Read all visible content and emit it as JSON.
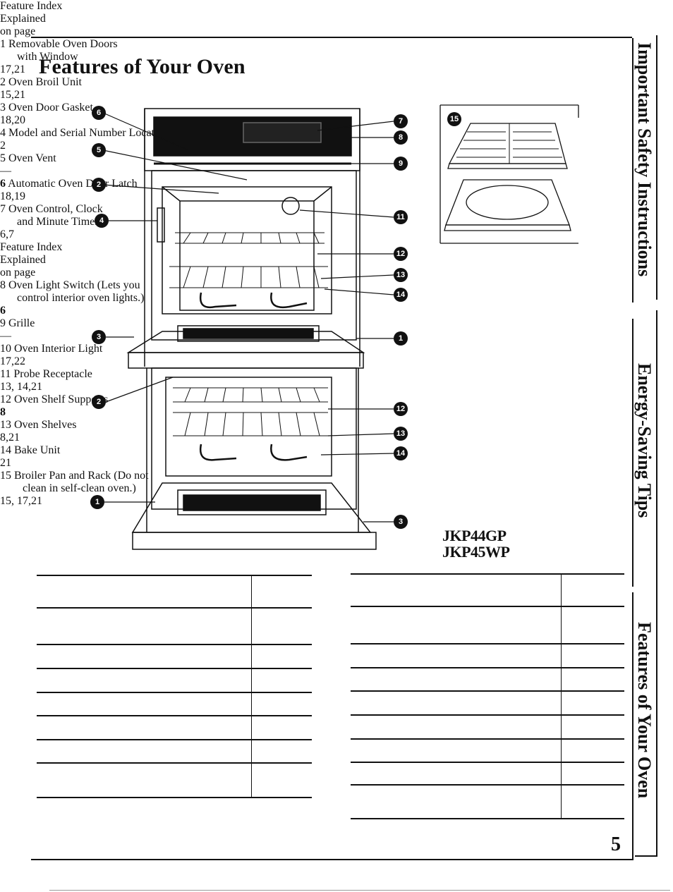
{
  "page": {
    "title": "Features of Your Oven",
    "page_number": "5"
  },
  "side_tabs": [
    {
      "label": "Important Safety Instructions"
    },
    {
      "label": "Energy-Saving Tips"
    },
    {
      "label": "Features of Your Oven"
    }
  ],
  "models": [
    "JKP44GP",
    "JKP45WP"
  ],
  "callouts": {
    "c6": "6",
    "c5": "5",
    "c2a": "2",
    "c4": "4",
    "c3a": "3",
    "c2b": "2",
    "c1b": "1",
    "c7": "7",
    "c8": "8",
    "c9": "9",
    "c11": "11",
    "c12a": "12",
    "c13a": "13",
    "c14a": "14",
    "c1a": "1",
    "c12b": "12",
    "c13b": "13",
    "c14b": "14",
    "c3b": "3",
    "c15": "15"
  },
  "left_table": {
    "header_feature": "Feature Index",
    "header_explained": "Explained",
    "header_on_page": "on page",
    "rows": [
      {
        "num": "1",
        "line1": "Removable Oven Doors",
        "line2": "with Window",
        "pages": "17,21"
      },
      {
        "num": "2",
        "line1": "Oven Broil Unit",
        "line2": "",
        "pages": "15,21"
      },
      {
        "num": "3",
        "line1": "Oven Door Gasket",
        "line2": "",
        "pages": "18,20"
      },
      {
        "num": "4",
        "line1": "Model and Serial Number Location",
        "line2": "",
        "pages": "2"
      },
      {
        "num": "5",
        "line1": "Oven Vent",
        "line2": "",
        "pages": "—"
      },
      {
        "num": "6",
        "line1": "Automatic Oven Door Latch",
        "line2": "",
        "pages": "18,19"
      },
      {
        "num": "7",
        "line1": "Oven Control, Clock",
        "line2": "and Minute Timer",
        "pages": "6,7"
      }
    ]
  },
  "right_table": {
    "header_feature": "Feature Index",
    "header_explained": "Explained",
    "header_on_page": "on page",
    "rows": [
      {
        "num": "8",
        "line1": "Oven Light Switch (Lets you",
        "line2": "control interior oven lights.)",
        "pages": "6"
      },
      {
        "num": "9",
        "line1": "Grille",
        "line2": "",
        "pages": "—"
      },
      {
        "num": "10",
        "line1": "Oven Interior Light",
        "line2": "",
        "pages": "17,22"
      },
      {
        "num": "11",
        "line1": "Probe Receptacle",
        "line2": "",
        "pages": "13, 14,21"
      },
      {
        "num": "12",
        "line1": "Oven Shelf Supports",
        "line2": "",
        "pages": "8"
      },
      {
        "num": "13",
        "line1": "Oven Shelves",
        "line2": "",
        "pages": "8,21"
      },
      {
        "num": "14",
        "line1": "Bake Unit",
        "line2": "",
        "pages": "21"
      },
      {
        "num": "15",
        "line1": "Broiler Pan and Rack (Do not",
        "line2": "clean in self-clean oven.)",
        "pages": "15, 17,21"
      }
    ]
  }
}
